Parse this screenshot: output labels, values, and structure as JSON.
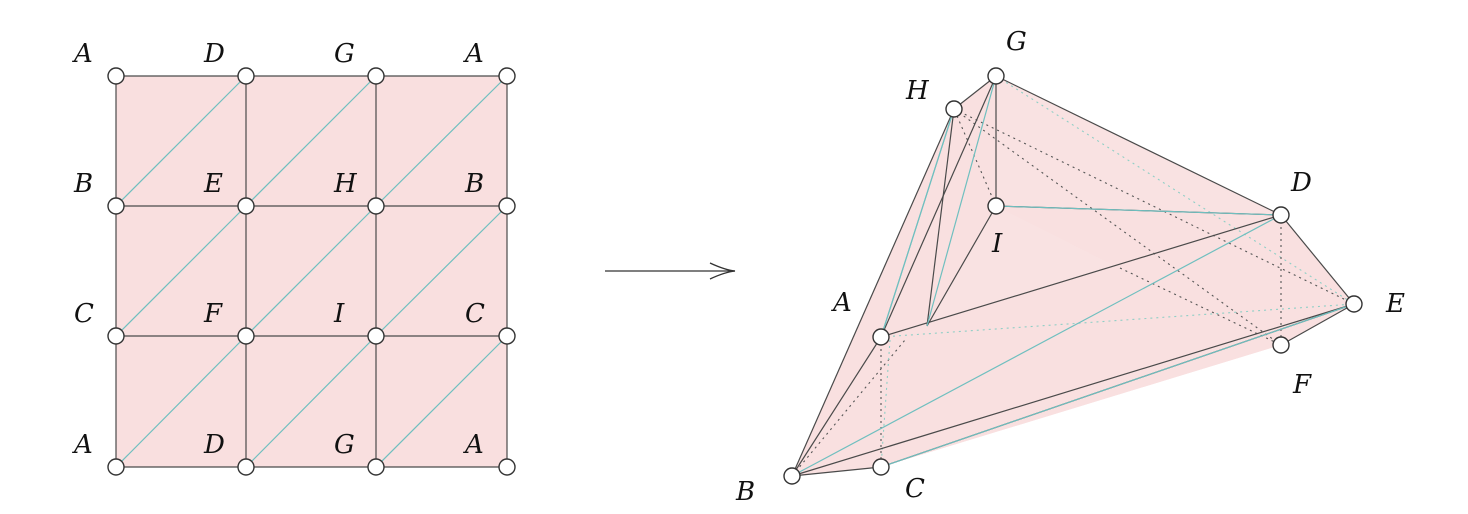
{
  "colors": {
    "face_fill": "#f9dfdf",
    "edge": "#4a4a4a",
    "diagonal": "#6fbfbf",
    "hidden_dark": "#555555",
    "hidden_teal": "#8fcfc6",
    "vertex_fill": "#ffffff",
    "label": "#111111"
  },
  "grid": {
    "title": "",
    "labels": [
      [
        "A",
        "D",
        "G",
        "A"
      ],
      [
        "B",
        "E",
        "H",
        "B"
      ],
      [
        "C",
        "F",
        "I",
        "C"
      ],
      [
        "A",
        "D",
        "G",
        "A"
      ]
    ]
  },
  "arrow": {
    "icon": "right-arrow-icon"
  },
  "torus": {
    "labels": {
      "A": "A",
      "B": "B",
      "C": "C",
      "D": "D",
      "E": "E",
      "F": "F",
      "G": "G",
      "H": "H",
      "I": "I"
    }
  }
}
